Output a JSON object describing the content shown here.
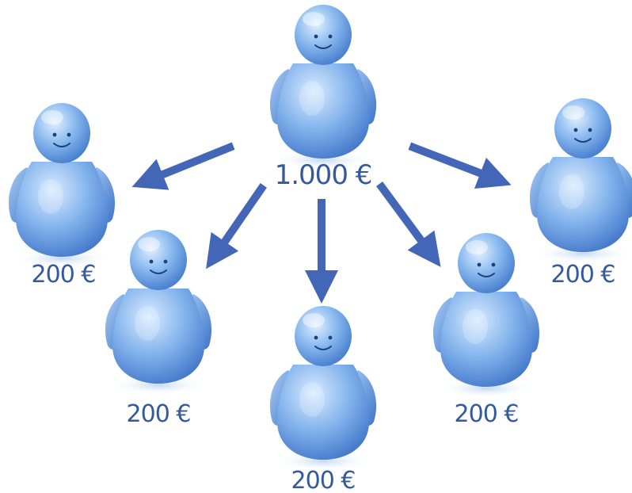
{
  "source": {
    "amount": "1.000 €",
    "icon": "person-icon"
  },
  "recipients": [
    {
      "id": "left",
      "amount": "200 €",
      "icon": "person-icon"
    },
    {
      "id": "lower-left",
      "amount": "200 €",
      "icon": "person-icon"
    },
    {
      "id": "bottom",
      "amount": "200 €",
      "icon": "person-icon"
    },
    {
      "id": "lower-right",
      "amount": "200 €",
      "icon": "person-icon"
    },
    {
      "id": "right",
      "amount": "200 €",
      "icon": "person-icon"
    }
  ],
  "colors": {
    "figure_light": "#c9e1fb",
    "figure_mid": "#7fb0eb",
    "figure_dark": "#3f78cc",
    "arrow": "#4466b6",
    "text": "#35599a",
    "shadow": "#cfe0f6"
  }
}
